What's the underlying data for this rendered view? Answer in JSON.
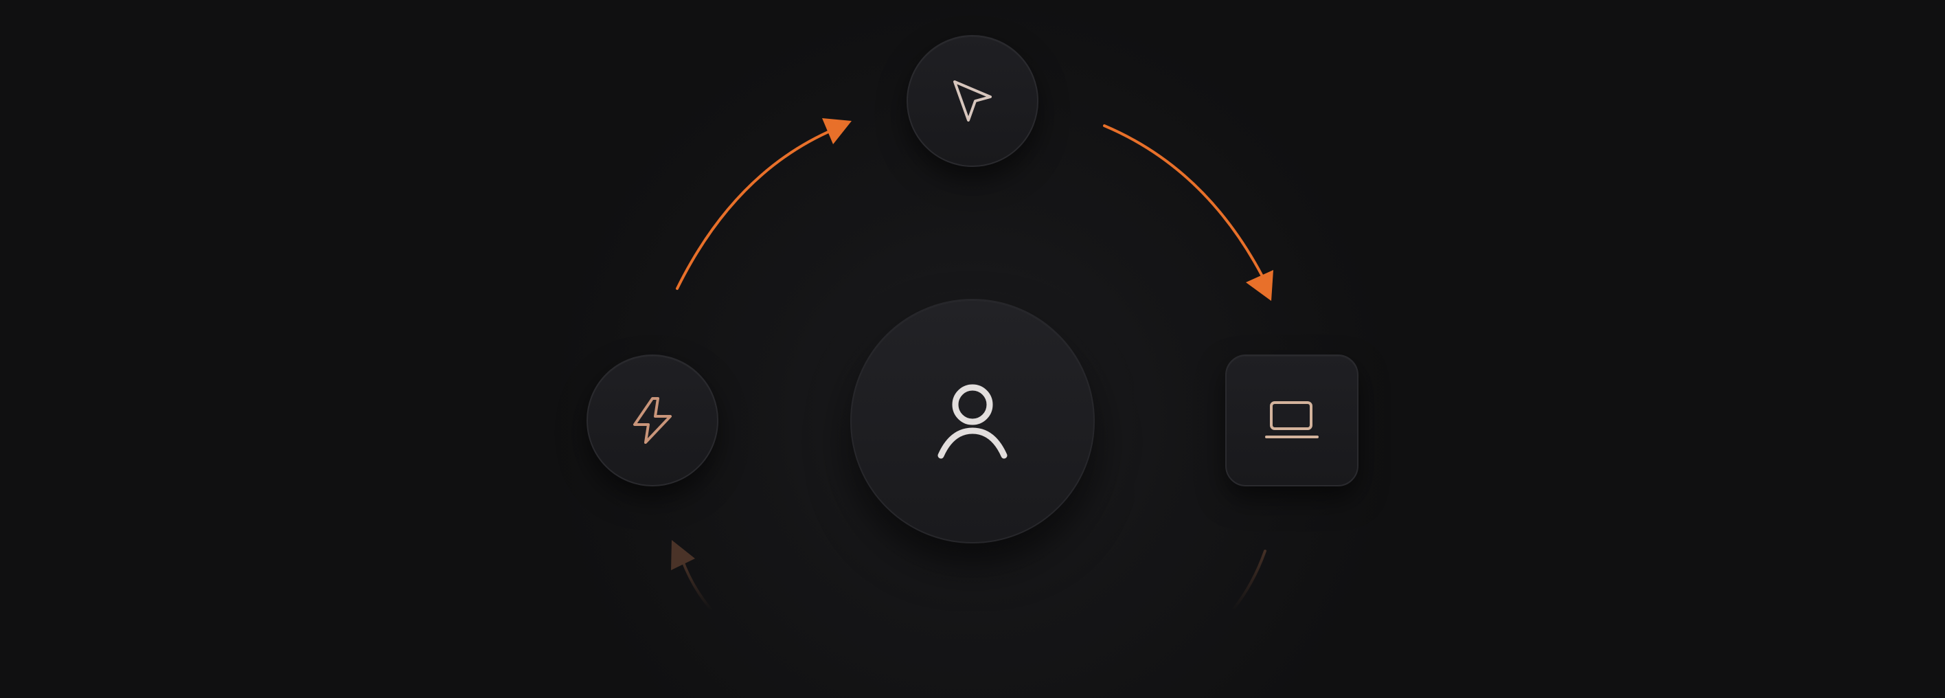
{
  "diagram": {
    "center_node": {
      "icon": "user-icon",
      "icon_color": "#e2dedd"
    },
    "nodes": [
      {
        "id": "top",
        "icon": "cursor-arrow-icon",
        "shape": "circle",
        "icon_color": "#d7c6bd"
      },
      {
        "id": "right",
        "icon": "laptop-icon",
        "shape": "rounded-square",
        "icon_color": "#d4b39c"
      },
      {
        "id": "left",
        "icon": "lightning-bolt-icon",
        "shape": "circle",
        "icon_color": "#c9957a"
      }
    ],
    "colors": {
      "background": "#101011",
      "accent_arrow": "#e8702a",
      "faded_arrow": "#4a3328"
    }
  }
}
